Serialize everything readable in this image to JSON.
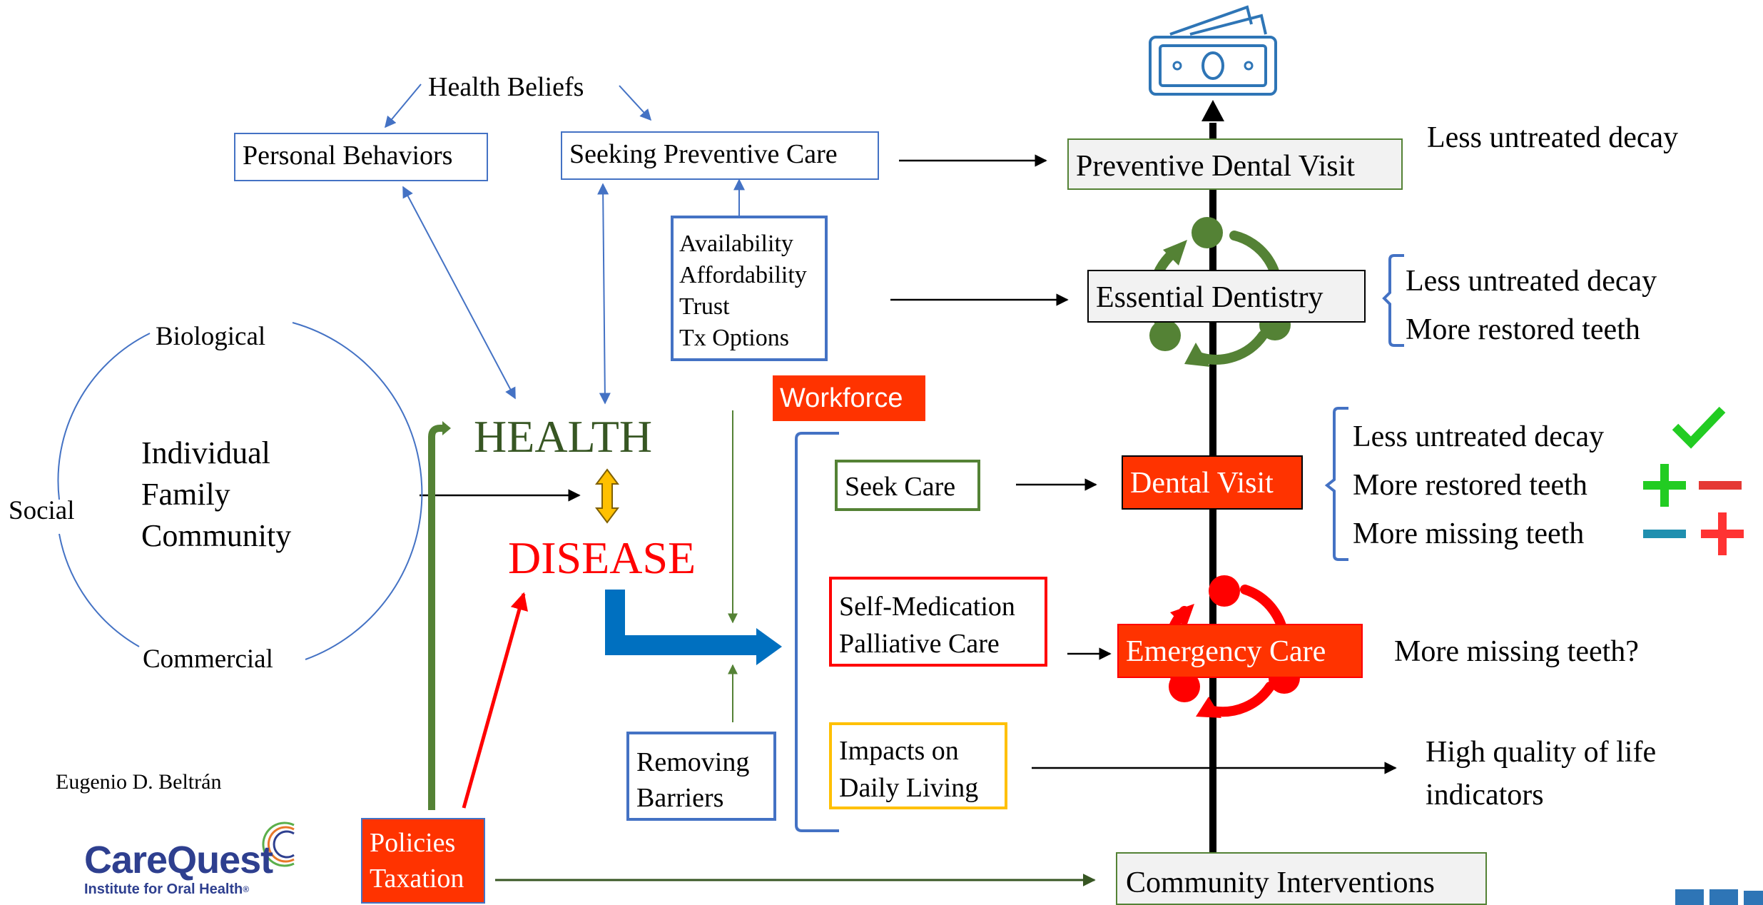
{
  "colors": {
    "blue": "#4472C4",
    "green": "#548235",
    "dark_green": "#375623",
    "red": "#FF0000",
    "orange_red": "#FF3300",
    "gold": "#FFC000",
    "arrow_blue": "#0070C0",
    "grey_fill": "#F2F2F2",
    "check_green": "#22CC22"
  },
  "header": {
    "health_beliefs": "Health Beliefs",
    "personal_behaviors": "Personal Behaviors",
    "seeking_preventive_care": "Seeking Preventive Care"
  },
  "access_factors": [
    "Availability",
    "Affordability",
    "Trust",
    "Tx Options"
  ],
  "ring": {
    "biological": "Biological",
    "social": "Social",
    "commercial": "Commercial",
    "levels": [
      "Individual",
      "Family",
      "Community"
    ]
  },
  "states": {
    "health": "HEALTH",
    "disease": "DISEASE"
  },
  "workforce": "Workforce",
  "care_paths": {
    "seek_care": "Seek Care",
    "self_medication": [
      "Self-Medication",
      "Palliative Care"
    ],
    "impacts": [
      "Impacts on",
      "Daily Living"
    ],
    "removing_barriers": [
      "Removing",
      "Barriers"
    ]
  },
  "policies": [
    "Policies",
    "Taxation"
  ],
  "services": {
    "preventive_visit": "Preventive Dental Visit",
    "essential_dentistry": "Essential Dentistry",
    "dental_visit": "Dental Visit",
    "emergency_care": "Emergency Care",
    "community_interventions": "Community Interventions"
  },
  "outcomes": {
    "preventive": "Less untreated decay",
    "essential": [
      "Less untreated decay",
      "More restored teeth"
    ],
    "dental_visit": [
      "Less untreated decay",
      "More restored teeth",
      "More missing teeth"
    ],
    "emergency": "More missing teeth?",
    "quality": [
      "High quality of life",
      "indicators"
    ]
  },
  "icons": {
    "money": "money-bill-icon",
    "cycle_green": "cycle-arrows-icon",
    "cycle_red": "cycle-arrows-icon",
    "check": "checkmark-icon",
    "plus": "plus-icon",
    "minus": "minus-icon"
  },
  "author": "Eugenio D. Beltrán",
  "logo": {
    "name": "CareQuest",
    "tagline": "Institute for Oral Health",
    "registered": "®"
  }
}
